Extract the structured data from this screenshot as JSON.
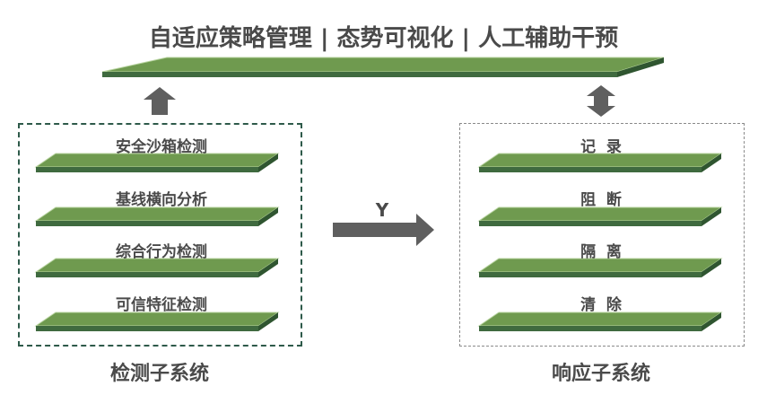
{
  "title": "自适应策略管理 | 态势可视化 | 人工辅助干预",
  "detection": {
    "label": "检测子系统",
    "layers": [
      "安全沙箱检测",
      "基线横向分析",
      "综合行为检测",
      "可信特征检测"
    ]
  },
  "response": {
    "label": "响应子系统",
    "layers": [
      "记  录",
      "阻  断",
      "隔  离",
      "清  除"
    ]
  },
  "flow_label": "Y",
  "colors": {
    "slab_top": "#6f9a4f",
    "slab_side": "#3f6a3f",
    "slab_edge": "#b8d4a0",
    "arrow": "#5f5f5f",
    "text": "#4a4a4a"
  }
}
